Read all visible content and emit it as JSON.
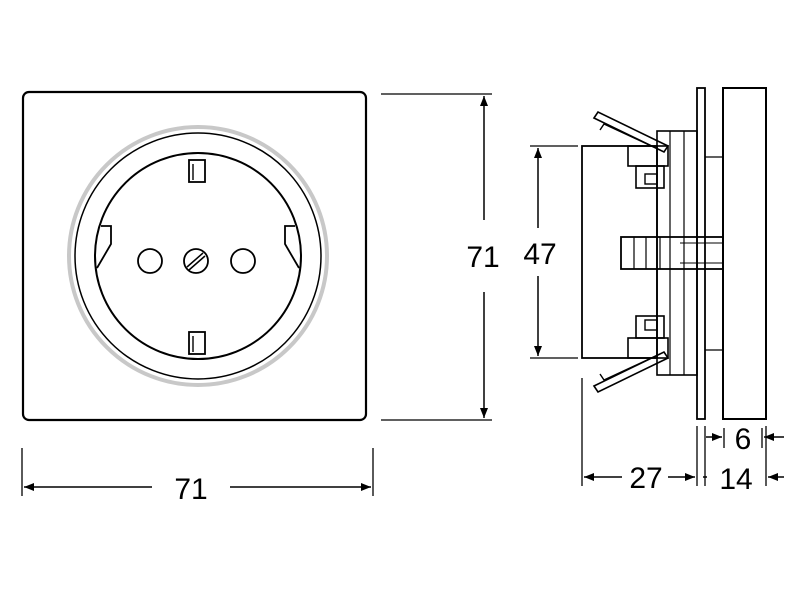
{
  "dimensions": {
    "front_width": "71",
    "front_height": "71",
    "side_body_height": "47",
    "side_depth_body": "27",
    "side_frame_thickness": "6",
    "side_total_front": "14"
  },
  "colors": {
    "line": "#000000",
    "ring": "#c8c8c8",
    "background": "#ffffff"
  },
  "icons": {
    "socket": "schuko-socket-icon",
    "side": "socket-side-profile"
  }
}
